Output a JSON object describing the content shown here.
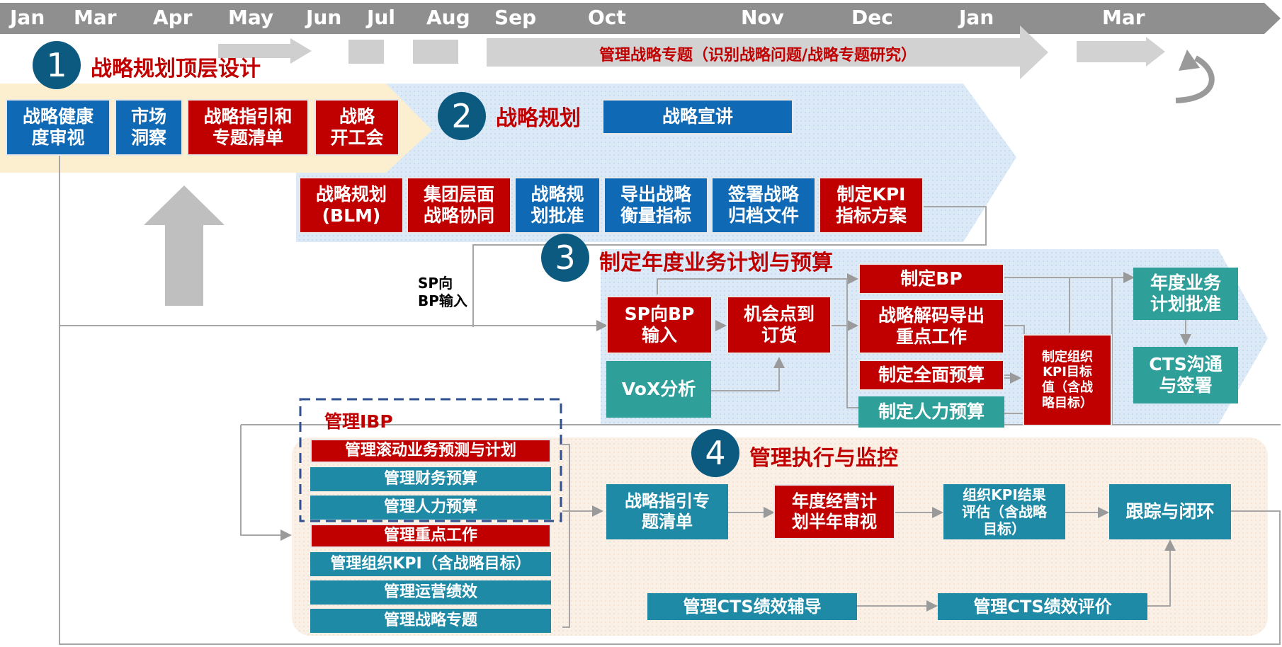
{
  "timeline": {
    "months": [
      "Jan",
      "Mar",
      "Apr",
      "May",
      "Jun",
      "Jul",
      "Aug",
      "Sep",
      "Oct",
      "Nov",
      "Dec",
      "Jan",
      "Mar"
    ]
  },
  "topic_banner": "管理战略专题（识别战略问题/战略专题研究）",
  "phases": [
    {
      "number": "1",
      "title": "战略规划顶层设计"
    },
    {
      "number": "2",
      "title": "战略规划"
    },
    {
      "number": "3",
      "title": "制定年度业务计划与预算"
    },
    {
      "number": "4",
      "title": "管理执行与监控"
    }
  ],
  "phase1_steps": [
    "战略健康\n度审视",
    "市场\n洞察",
    "战略指引和\n专题清单",
    "战略\n开工会"
  ],
  "phase2": {
    "announce": "战略宣讲",
    "steps": [
      "战略规划\n(BLM)",
      "集团层面\n战略协同",
      "战略规\n划批准",
      "导出战略\n衡量指标",
      "签署战略\n归档文件",
      "制定KPI\n指标方案"
    ]
  },
  "phase3": {
    "sp_note": "SP向\nBP输入",
    "sp_to_bp": "SP向BP\n输入",
    "opportunity": "机会点到\n订货",
    "vox": "VoX分析",
    "bp": "制定BP",
    "decode": "战略解码导出\n重点工作",
    "full_budget": "制定全面预算",
    "hr_budget": "制定人力预算",
    "org_kpi": "制定组织\nKPI目标\n值（含战\n略目标）",
    "annual_approval": "年度业务\n计划批准",
    "cts_sign": "CTS沟通\n与签署"
  },
  "phase4": {
    "ibp_label": "管理IBP",
    "list": [
      "管理滚动业务预测与计划",
      "管理财务预算",
      "管理人力预算",
      "管理重点工作",
      "管理组织KPI（含战略目标）",
      "管理运营绩效",
      "管理战略专题"
    ],
    "flow": [
      "战略指引专\n题清单",
      "年度经营计\n划半年审视",
      "组织KPI结果\n评估（含战略\n目标）",
      "跟踪与闭环"
    ],
    "cts_coach": "管理CTS绩效辅导",
    "cts_eval": "管理CTS绩效评价"
  },
  "colors": {
    "red": "#c00000",
    "blue": "#0f69b4",
    "teal": "#2f9f9a",
    "circle": "#0d5a80",
    "timeline": "#8f8f8f"
  }
}
